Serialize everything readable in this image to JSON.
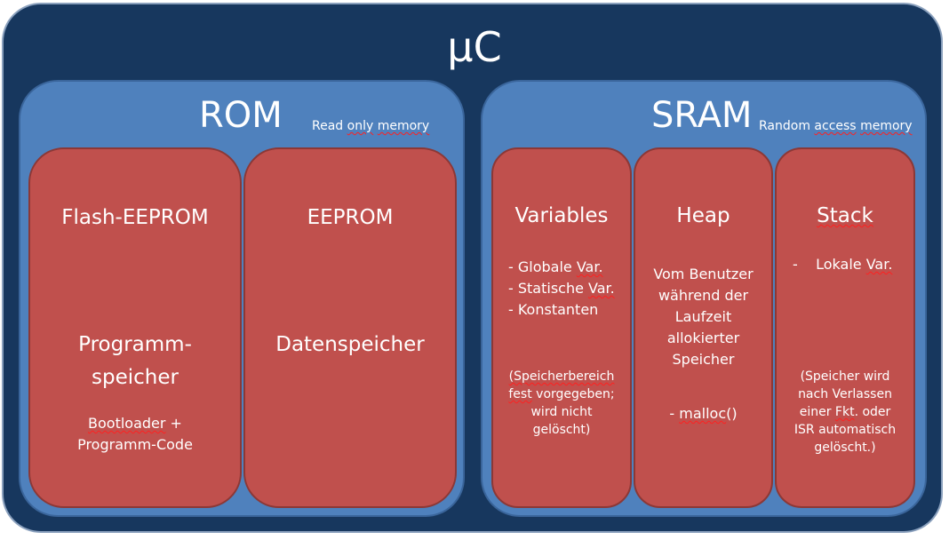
{
  "title": "µC",
  "rom": {
    "title": "ROM",
    "subtitle_words": [
      "Read",
      "only",
      "memory"
    ],
    "flash": {
      "title": "Flash-EEPROM",
      "desc_lines": [
        "Programm-",
        "speicher"
      ],
      "detail_line1": [
        "Bootloader",
        " +"
      ],
      "detail_line2": "Programm-Code"
    },
    "eeprom": {
      "title": "EEPROM",
      "desc": "Datenspeicher"
    }
  },
  "sram": {
    "title": "SRAM",
    "subtitle_words": [
      "Random",
      "access",
      "memory"
    ],
    "variables": {
      "title": "Variables",
      "items": [
        [
          "- Globale ",
          "Var."
        ],
        [
          "- Statische ",
          "Var."
        ],
        [
          "- Konstanten",
          ""
        ]
      ],
      "note_line1": "(Speicherbereich",
      "note_line2": [
        "fest",
        " vorgegeben;"
      ],
      "note_line3": "wird nicht",
      "note_line4": "gelöscht)"
    },
    "heap": {
      "title": "Heap",
      "desc_lines": [
        "Vom Benutzer",
        "während der",
        "Laufzeit",
        "allokierter",
        "Speicher"
      ],
      "item": [
        "- ",
        "malloc",
        "()"
      ]
    },
    "stack": {
      "title": "Stack",
      "item": [
        "-    Lokale ",
        "Var."
      ],
      "note_line1": "(Speicher wird",
      "note_line2": "nach Verlassen",
      "note_line3": [
        "einer ",
        "Fkt",
        ". oder"
      ],
      "note_line4": "ISR automatisch",
      "note_line5": "gelöscht.)"
    }
  },
  "colors": {
    "outer": "#17375e",
    "panel": "#4f81bd",
    "box": "#c0504d",
    "text": "#ffffff"
  }
}
